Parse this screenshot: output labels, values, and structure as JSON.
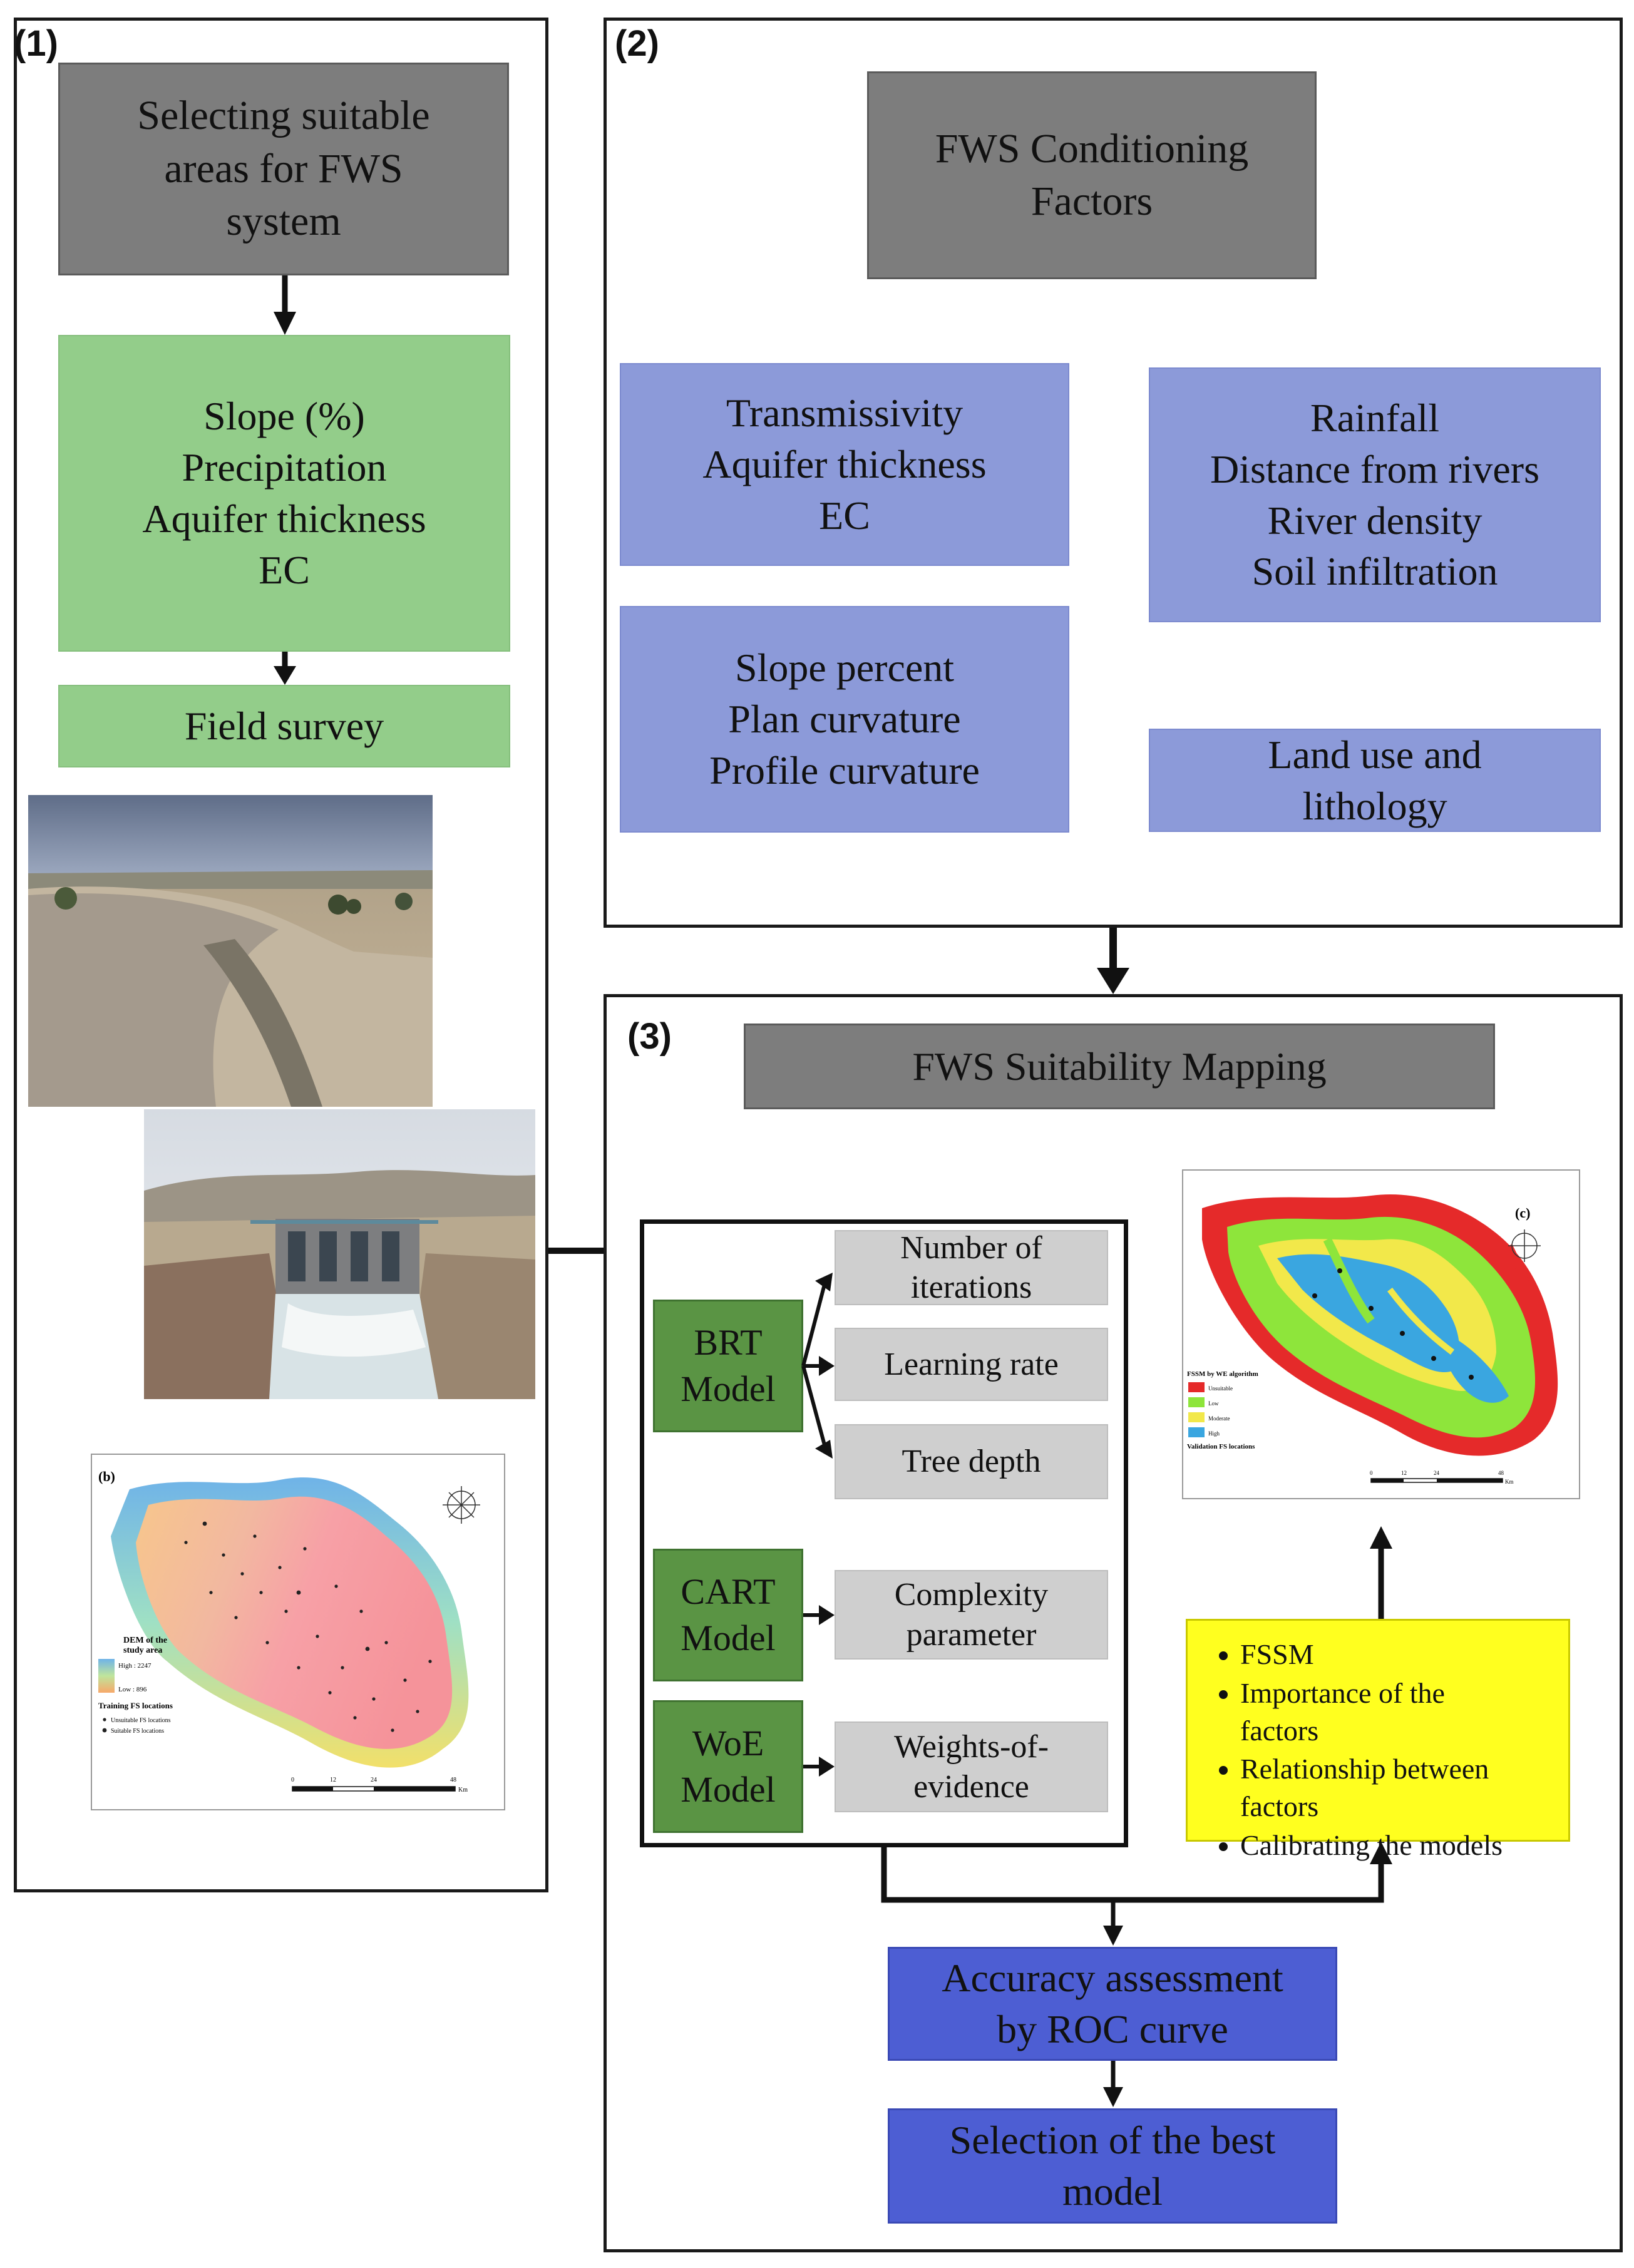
{
  "panels": {
    "p1": {
      "label": "(1)"
    },
    "p2": {
      "label": "(2)"
    },
    "p3": {
      "label": "(3)"
    }
  },
  "p1": {
    "title": "Selecting suitable\nareas for FWS\nsystem",
    "criteria": "Slope (%)\nPrecipitation\nAquifer thickness\nEC",
    "field_survey": "Field survey",
    "dem_map": {
      "panel_letter": "(b)",
      "legend_title": "DEM of the\nstudy area",
      "high": "High : 2247",
      "low": "Low : 896",
      "points_title": "Training FS locations",
      "points_unsuitable": "Unsuitable FS locations",
      "points_suitable": "Suitable FS locations",
      "scale_labels": [
        "0",
        "12",
        "24",
        "48"
      ],
      "scale_unit": "Km"
    }
  },
  "p2": {
    "title": "FWS Conditioning\nFactors",
    "group_a": "Transmissivity\nAquifer thickness\nEC",
    "group_b": "Rainfall\nDistance from rivers\nRiver density\nSoil infiltration",
    "group_c": "Slope percent\nPlan curvature\nProfile curvature",
    "group_d": "Land use and\nlithology"
  },
  "p3": {
    "title": "FWS Suitability Mapping",
    "models": [
      {
        "name": "BRT\nModel",
        "params": [
          "Number of\niterations",
          "Learning rate",
          "Tree depth"
        ]
      },
      {
        "name": "CART\nModel",
        "params": [
          "Complexity\nparameter"
        ]
      },
      {
        "name": "WoE\nModel",
        "params": [
          "Weights-of-\nevidence"
        ]
      }
    ],
    "outputs": [
      "FSSM",
      "Importance of the\nfactors",
      "Relationship between\nfactors",
      "Calibrating the models"
    ],
    "accuracy": "Accuracy assessment\nby ROC curve",
    "best_model": "Selection of the best\nmodel",
    "suit_map": {
      "panel_letter": "(c)",
      "legend_title": "FSSM by WE algorithm",
      "classes": [
        "Unsuitable",
        "Low",
        "Moderate",
        "High"
      ],
      "points_title": "Validation FS locations",
      "scale_labels": [
        "0",
        "12",
        "24",
        "48"
      ],
      "scale_unit": "Km"
    }
  },
  "colors": {
    "gray_box": "#7d7d7d",
    "green_box": "#93cd8a",
    "purple_box": "#8c9ad9",
    "model_box": "#5a9444",
    "param_box": "#cfcfcf",
    "blue_box": "#4d5ed3",
    "yellow_box": "#ffff1f",
    "class_unsuitable": "#e52a2a",
    "class_low": "#8ee53b",
    "class_moderate": "#f2e84a",
    "class_high": "#3aa6e0"
  }
}
